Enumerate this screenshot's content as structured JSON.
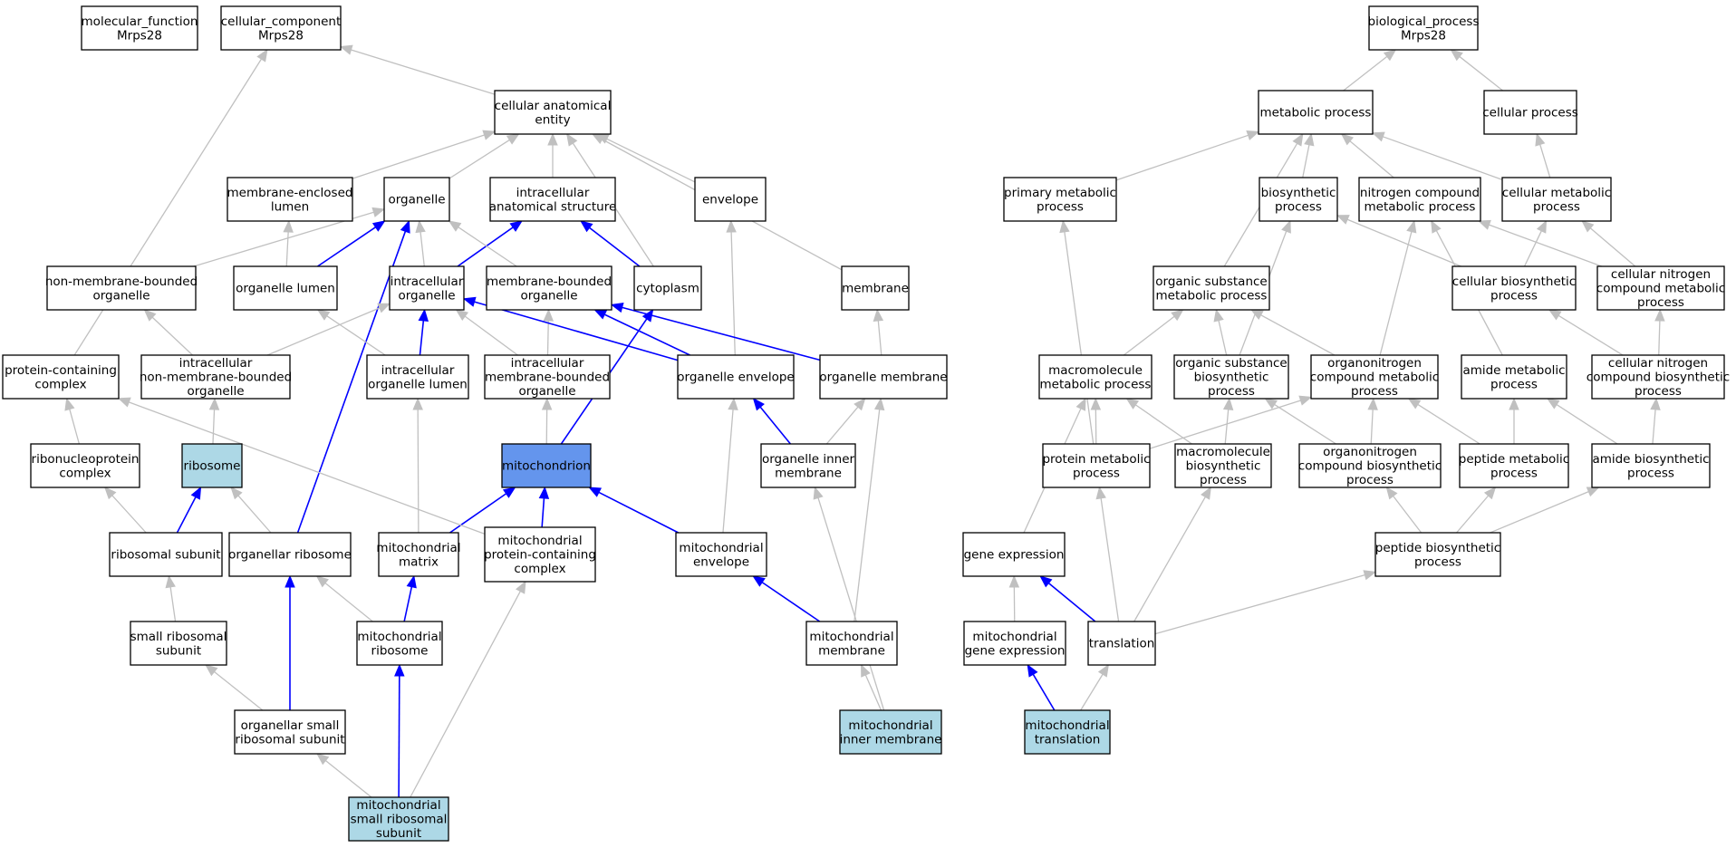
{
  "colors": {
    "default_fill": "#ffffff",
    "highlight_fill": "#add8e6",
    "focus_fill": "#6495ed",
    "gray_edge": "#c0c0c0",
    "blue_edge": "#0000ff"
  },
  "nodes": [
    {
      "id": "mf",
      "label": [
        "molecular_function",
        "Mrps28"
      ],
      "style": "default"
    },
    {
      "id": "cc",
      "label": [
        "cellular_component",
        "Mrps28"
      ],
      "style": "default"
    },
    {
      "id": "bp",
      "label": [
        "biological_process",
        "Mrps28"
      ],
      "style": "default"
    },
    {
      "id": "cae",
      "label": [
        "cellular anatomical",
        "entity"
      ],
      "style": "default"
    },
    {
      "id": "mel",
      "label": [
        "membrane-enclosed",
        "lumen"
      ],
      "style": "default"
    },
    {
      "id": "org",
      "label": [
        "organelle"
      ],
      "style": "default"
    },
    {
      "id": "ias",
      "label": [
        "intracellular",
        "anatomical structure"
      ],
      "style": "default"
    },
    {
      "id": "env",
      "label": [
        "envelope"
      ],
      "style": "default"
    },
    {
      "id": "nmbo",
      "label": [
        "non-membrane-bounded",
        "organelle"
      ],
      "style": "default"
    },
    {
      "id": "orglum",
      "label": [
        "organelle lumen"
      ],
      "style": "default"
    },
    {
      "id": "io",
      "label": [
        "intracellular",
        "organelle"
      ],
      "style": "default"
    },
    {
      "id": "mbo",
      "label": [
        "membrane-bounded",
        "organelle"
      ],
      "style": "default"
    },
    {
      "id": "cyto",
      "label": [
        "cytoplasm"
      ],
      "style": "default"
    },
    {
      "id": "mem",
      "label": [
        "membrane"
      ],
      "style": "default"
    },
    {
      "id": "pcc",
      "label": [
        "protein-containing",
        "complex"
      ],
      "style": "default"
    },
    {
      "id": "inmbo",
      "label": [
        "intracellular",
        "non-membrane-bounded",
        "organelle"
      ],
      "style": "default"
    },
    {
      "id": "iol",
      "label": [
        "intracellular",
        "organelle lumen"
      ],
      "style": "default"
    },
    {
      "id": "imbo",
      "label": [
        "intracellular",
        "membrane-bounded",
        "organelle"
      ],
      "style": "default"
    },
    {
      "id": "oenv",
      "label": [
        "organelle envelope"
      ],
      "style": "default"
    },
    {
      "id": "omem",
      "label": [
        "organelle membrane"
      ],
      "style": "default"
    },
    {
      "id": "rnp",
      "label": [
        "ribonucleoprotein",
        "complex"
      ],
      "style": "default"
    },
    {
      "id": "ribo",
      "label": [
        "ribosome"
      ],
      "style": "highlight"
    },
    {
      "id": "mito",
      "label": [
        "mitochondrion"
      ],
      "style": "focus"
    },
    {
      "id": "oim",
      "label": [
        "organelle inner",
        "membrane"
      ],
      "style": "default"
    },
    {
      "id": "rsub",
      "label": [
        "ribosomal subunit"
      ],
      "style": "default"
    },
    {
      "id": "orib",
      "label": [
        "organellar ribosome"
      ],
      "style": "default"
    },
    {
      "id": "mmat",
      "label": [
        "mitochondrial",
        "matrix"
      ],
      "style": "default"
    },
    {
      "id": "mpcc",
      "label": [
        "mitochondrial",
        "protein-containing",
        "complex"
      ],
      "style": "default"
    },
    {
      "id": "menv",
      "label": [
        "mitochondrial",
        "envelope"
      ],
      "style": "default"
    },
    {
      "id": "srs",
      "label": [
        "small ribosomal",
        "subunit"
      ],
      "style": "default"
    },
    {
      "id": "mrib",
      "label": [
        "mitochondrial",
        "ribosome"
      ],
      "style": "default"
    },
    {
      "id": "mmem",
      "label": [
        "mitochondrial",
        "membrane"
      ],
      "style": "default"
    },
    {
      "id": "osrs",
      "label": [
        "organellar small",
        "ribosomal subunit"
      ],
      "style": "default"
    },
    {
      "id": "mim",
      "label": [
        "mitochondrial",
        "inner membrane"
      ],
      "style": "highlight"
    },
    {
      "id": "msrs",
      "label": [
        "mitochondrial",
        "small ribosomal",
        "subunit"
      ],
      "style": "highlight"
    },
    {
      "id": "metp",
      "label": [
        "metabolic process"
      ],
      "style": "default"
    },
    {
      "id": "cp",
      "label": [
        "cellular process"
      ],
      "style": "default"
    },
    {
      "id": "pmp",
      "label": [
        "primary metabolic",
        "process"
      ],
      "style": "default"
    },
    {
      "id": "biop",
      "label": [
        "biosynthetic",
        "process"
      ],
      "style": "default"
    },
    {
      "id": "ncmp",
      "label": [
        "nitrogen compound",
        "metabolic process"
      ],
      "style": "default"
    },
    {
      "id": "cmp",
      "label": [
        "cellular metabolic",
        "process"
      ],
      "style": "default"
    },
    {
      "id": "osmp",
      "label": [
        "organic substance",
        "metabolic process"
      ],
      "style": "default"
    },
    {
      "id": "cbp",
      "label": [
        "cellular biosynthetic",
        "process"
      ],
      "style": "default"
    },
    {
      "id": "cncmp",
      "label": [
        "cellular nitrogen",
        "compound metabolic",
        "process"
      ],
      "style": "default"
    },
    {
      "id": "mmp",
      "label": [
        "macromolecule",
        "metabolic process"
      ],
      "style": "default"
    },
    {
      "id": "osbp",
      "label": [
        "organic substance",
        "biosynthetic",
        "process"
      ],
      "style": "default"
    },
    {
      "id": "oncmp",
      "label": [
        "organonitrogen",
        "compound metabolic",
        "process"
      ],
      "style": "default"
    },
    {
      "id": "amp",
      "label": [
        "amide metabolic",
        "process"
      ],
      "style": "default"
    },
    {
      "id": "cncbp",
      "label": [
        "cellular nitrogen",
        "compound biosynthetic",
        "process"
      ],
      "style": "default"
    },
    {
      "id": "prmp",
      "label": [
        "protein metabolic",
        "process"
      ],
      "style": "default"
    },
    {
      "id": "mbp",
      "label": [
        "macromolecule",
        "biosynthetic",
        "process"
      ],
      "style": "default"
    },
    {
      "id": "oncbp",
      "label": [
        "organonitrogen",
        "compound biosynthetic",
        "process"
      ],
      "style": "default"
    },
    {
      "id": "pepmp",
      "label": [
        "peptide metabolic",
        "process"
      ],
      "style": "default"
    },
    {
      "id": "abp",
      "label": [
        "amide biosynthetic",
        "process"
      ],
      "style": "default"
    },
    {
      "id": "ge",
      "label": [
        "gene expression"
      ],
      "style": "default"
    },
    {
      "id": "pbp",
      "label": [
        "peptide biosynthetic",
        "process"
      ],
      "style": "default"
    },
    {
      "id": "mge",
      "label": [
        "mitochondrial",
        "gene expression"
      ],
      "style": "default"
    },
    {
      "id": "trans",
      "label": [
        "translation"
      ],
      "style": "default"
    },
    {
      "id": "mtrans",
      "label": [
        "mitochondrial",
        "translation"
      ],
      "style": "highlight"
    }
  ],
  "edges": [
    {
      "from": "cae",
      "to": "cc",
      "color": "gray"
    },
    {
      "from": "pcc",
      "to": "cc",
      "color": "gray"
    },
    {
      "from": "metp",
      "to": "bp",
      "color": "gray"
    },
    {
      "from": "cp",
      "to": "bp",
      "color": "gray"
    },
    {
      "from": "mel",
      "to": "cae",
      "color": "gray"
    },
    {
      "from": "org",
      "to": "cae",
      "color": "gray"
    },
    {
      "from": "ias",
      "to": "cae",
      "color": "gray"
    },
    {
      "from": "env",
      "to": "cae",
      "color": "gray"
    },
    {
      "from": "cyto",
      "to": "cae",
      "color": "gray"
    },
    {
      "from": "mem",
      "to": "cae",
      "color": "gray"
    },
    {
      "from": "nmbo",
      "to": "org",
      "color": "gray"
    },
    {
      "from": "orglum",
      "to": "org",
      "color": "blue"
    },
    {
      "from": "orglum",
      "to": "mel",
      "color": "gray"
    },
    {
      "from": "io",
      "to": "org",
      "color": "gray"
    },
    {
      "from": "io",
      "to": "ias",
      "color": "blue"
    },
    {
      "from": "mbo",
      "to": "org",
      "color": "gray"
    },
    {
      "from": "cyto",
      "to": "ias",
      "color": "blue"
    },
    {
      "from": "orib",
      "to": "org",
      "color": "blue"
    },
    {
      "from": "inmbo",
      "to": "nmbo",
      "color": "gray"
    },
    {
      "from": "inmbo",
      "to": "io",
      "color": "gray"
    },
    {
      "from": "iol",
      "to": "orglum",
      "color": "gray"
    },
    {
      "from": "iol",
      "to": "io",
      "color": "blue"
    },
    {
      "from": "imbo",
      "to": "io",
      "color": "gray"
    },
    {
      "from": "imbo",
      "to": "mbo",
      "color": "gray"
    },
    {
      "from": "oenv",
      "to": "io",
      "color": "blue"
    },
    {
      "from": "oenv",
      "to": "mbo",
      "color": "blue"
    },
    {
      "from": "oenv",
      "to": "env",
      "color": "gray"
    },
    {
      "from": "omem",
      "to": "mem",
      "color": "gray"
    },
    {
      "from": "omem",
      "to": "mbo",
      "color": "blue"
    },
    {
      "from": "rnp",
      "to": "pcc",
      "color": "gray"
    },
    {
      "from": "ribo",
      "to": "inmbo",
      "color": "gray"
    },
    {
      "from": "mito",
      "to": "imbo",
      "color": "gray"
    },
    {
      "from": "mito",
      "to": "cyto",
      "color": "blue"
    },
    {
      "from": "oim",
      "to": "oenv",
      "color": "blue"
    },
    {
      "from": "oim",
      "to": "omem",
      "color": "gray"
    },
    {
      "from": "rsub",
      "to": "rnp",
      "color": "gray"
    },
    {
      "from": "rsub",
      "to": "ribo",
      "color": "blue"
    },
    {
      "from": "orib",
      "to": "ribo",
      "color": "gray"
    },
    {
      "from": "mmat",
      "to": "iol",
      "color": "gray"
    },
    {
      "from": "mmat",
      "to": "mito",
      "color": "blue"
    },
    {
      "from": "mpcc",
      "to": "mito",
      "color": "blue"
    },
    {
      "from": "mpcc",
      "to": "pcc",
      "color": "gray"
    },
    {
      "from": "menv",
      "to": "mito",
      "color": "blue"
    },
    {
      "from": "menv",
      "to": "oenv",
      "color": "gray"
    },
    {
      "from": "srs",
      "to": "rsub",
      "color": "gray"
    },
    {
      "from": "mrib",
      "to": "orib",
      "color": "gray"
    },
    {
      "from": "mrib",
      "to": "mmat",
      "color": "blue"
    },
    {
      "from": "mmem",
      "to": "menv",
      "color": "blue"
    },
    {
      "from": "mmem",
      "to": "omem",
      "color": "gray"
    },
    {
      "from": "osrs",
      "to": "srs",
      "color": "gray"
    },
    {
      "from": "osrs",
      "to": "orib",
      "color": "blue"
    },
    {
      "from": "mim",
      "to": "mmem",
      "color": "gray"
    },
    {
      "from": "mim",
      "to": "oim",
      "color": "gray"
    },
    {
      "from": "msrs",
      "to": "osrs",
      "color": "gray"
    },
    {
      "from": "msrs",
      "to": "mrib",
      "color": "blue"
    },
    {
      "from": "msrs",
      "to": "mpcc",
      "color": "gray"
    },
    {
      "from": "pmp",
      "to": "metp",
      "color": "gray"
    },
    {
      "from": "biop",
      "to": "metp",
      "color": "gray"
    },
    {
      "from": "ncmp",
      "to": "metp",
      "color": "gray"
    },
    {
      "from": "cmp",
      "to": "metp",
      "color": "gray"
    },
    {
      "from": "cmp",
      "to": "cp",
      "color": "gray"
    },
    {
      "from": "osmp",
      "to": "metp",
      "color": "gray"
    },
    {
      "from": "cbp",
      "to": "biop",
      "color": "gray"
    },
    {
      "from": "cbp",
      "to": "cmp",
      "color": "gray"
    },
    {
      "from": "cncmp",
      "to": "ncmp",
      "color": "gray"
    },
    {
      "from": "cncmp",
      "to": "cmp",
      "color": "gray"
    },
    {
      "from": "mmp",
      "to": "osmp",
      "color": "gray"
    },
    {
      "from": "osbp",
      "to": "osmp",
      "color": "gray"
    },
    {
      "from": "osbp",
      "to": "biop",
      "color": "gray"
    },
    {
      "from": "oncmp",
      "to": "osmp",
      "color": "gray"
    },
    {
      "from": "oncmp",
      "to": "ncmp",
      "color": "gray"
    },
    {
      "from": "amp",
      "to": "ncmp",
      "color": "gray"
    },
    {
      "from": "cncbp",
      "to": "cbp",
      "color": "gray"
    },
    {
      "from": "cncbp",
      "to": "cncmp",
      "color": "gray"
    },
    {
      "from": "prmp",
      "to": "pmp",
      "color": "gray"
    },
    {
      "from": "prmp",
      "to": "mmp",
      "color": "gray"
    },
    {
      "from": "prmp",
      "to": "oncmp",
      "color": "gray"
    },
    {
      "from": "mbp",
      "to": "mmp",
      "color": "gray"
    },
    {
      "from": "mbp",
      "to": "osbp",
      "color": "gray"
    },
    {
      "from": "oncbp",
      "to": "oncmp",
      "color": "gray"
    },
    {
      "from": "oncbp",
      "to": "osbp",
      "color": "gray"
    },
    {
      "from": "pepmp",
      "to": "oncmp",
      "color": "gray"
    },
    {
      "from": "pepmp",
      "to": "amp",
      "color": "gray"
    },
    {
      "from": "abp",
      "to": "amp",
      "color": "gray"
    },
    {
      "from": "abp",
      "to": "cncbp",
      "color": "gray"
    },
    {
      "from": "ge",
      "to": "mmp",
      "color": "gray"
    },
    {
      "from": "pbp",
      "to": "pepmp",
      "color": "gray"
    },
    {
      "from": "pbp",
      "to": "oncbp",
      "color": "gray"
    },
    {
      "from": "pbp",
      "to": "abp",
      "color": "gray"
    },
    {
      "from": "mge",
      "to": "ge",
      "color": "gray"
    },
    {
      "from": "trans",
      "to": "ge",
      "color": "blue"
    },
    {
      "from": "trans",
      "to": "prmp",
      "color": "gray"
    },
    {
      "from": "trans",
      "to": "mbp",
      "color": "gray"
    },
    {
      "from": "trans",
      "to": "pbp",
      "color": "gray"
    },
    {
      "from": "mtrans",
      "to": "mge",
      "color": "blue"
    },
    {
      "from": "mtrans",
      "to": "trans",
      "color": "gray"
    }
  ]
}
